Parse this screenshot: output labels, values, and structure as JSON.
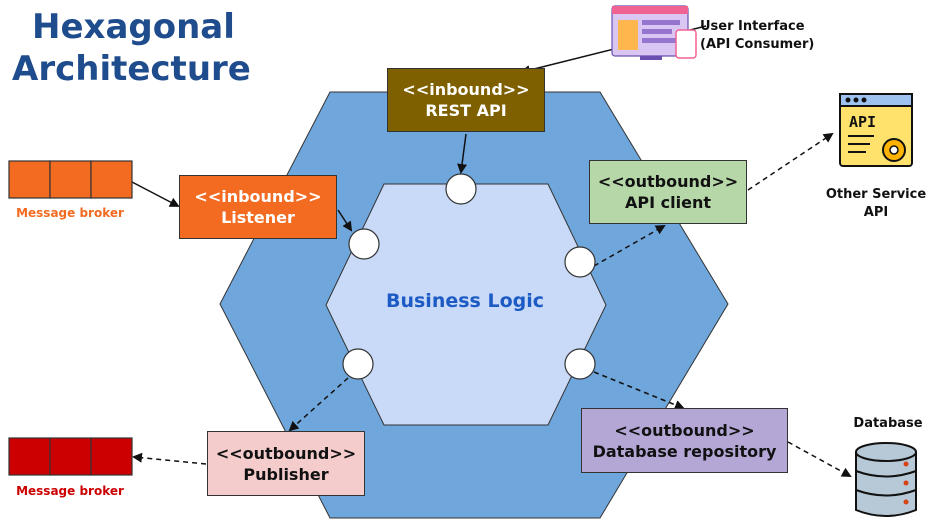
{
  "title": {
    "line1": "Hexagonal",
    "line2": "Architecture"
  },
  "core": {
    "label": "Business Logic"
  },
  "adapters": {
    "rest_api": {
      "stereotype": "<<inbound>>",
      "name": "REST API"
    },
    "listener": {
      "stereotype": "<<inbound>>",
      "name": "Listener"
    },
    "api_client": {
      "stereotype": "<<outbound>>",
      "name": "API client"
    },
    "publisher": {
      "stereotype": "<<outbound>>",
      "name": "Publisher"
    },
    "db_repo": {
      "stereotype": "<<outbound>>",
      "name": "Database repository"
    }
  },
  "externals": {
    "user_interface": {
      "line1": "User Interface",
      "line2": "(API Consumer)"
    },
    "broker_in": "Message broker",
    "broker_out": "Message broker",
    "other_service": {
      "line1": "Other Service",
      "line2": "API",
      "icon_text": "API"
    },
    "database": "Database"
  },
  "colors": {
    "title": "#1f4c8c",
    "outer_hex": "#6fa6dc",
    "inner_hex": "#c9daf8",
    "core_text": "#1d5bc4",
    "inbound_rest": "#7f6000",
    "inbound_listener": "#f26b21",
    "outbound_api": "#b6d7a8",
    "outbound_publisher": "#f4cccc",
    "outbound_db": "#b4a7d6",
    "broker_in": "#f26b21",
    "broker_out": "#cc0000"
  }
}
